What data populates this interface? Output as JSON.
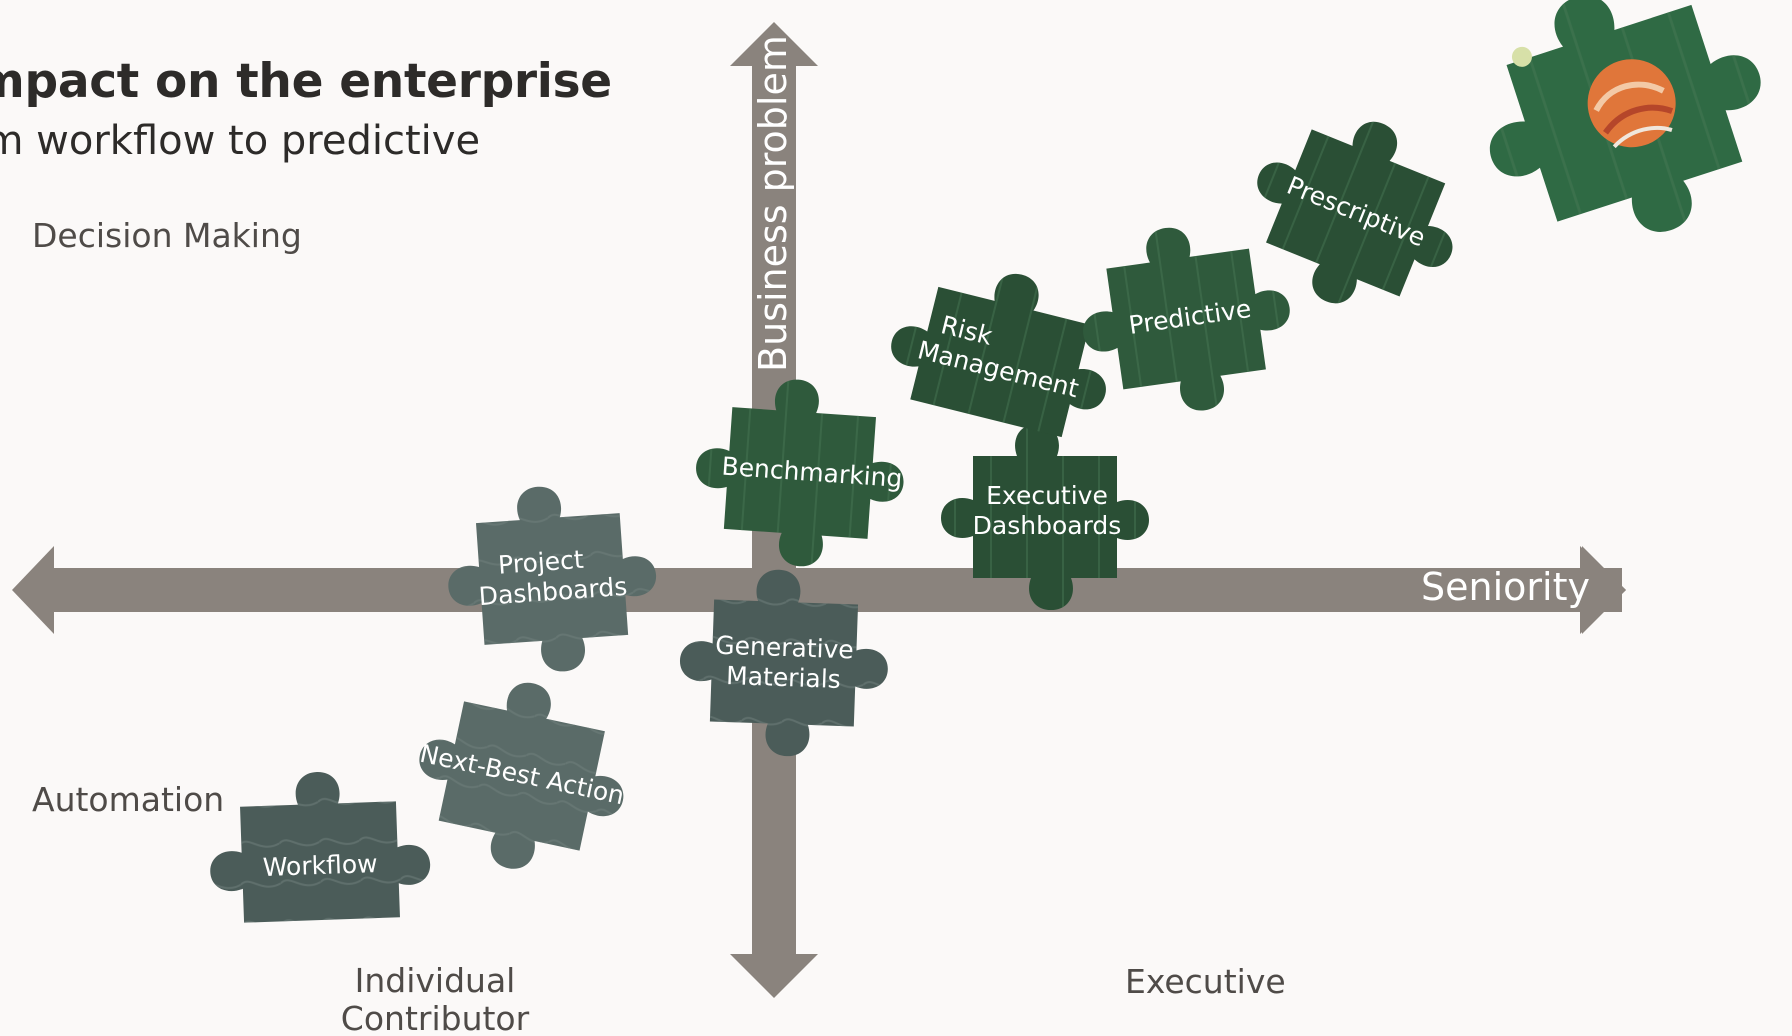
{
  "header": {
    "title": "impact on the enterprise",
    "subtitle": "om workflow to predictive"
  },
  "axes": {
    "y_label": "Business problem",
    "x_label": "Seniority",
    "top_label": "Decision Making",
    "bottom_label": "Automation",
    "left_label_line1": "Individual",
    "left_label_line2": "Contributor",
    "right_label": "Executive"
  },
  "pieces": {
    "workflow": {
      "lines": [
        "Workflow"
      ]
    },
    "next_best_action": {
      "lines": [
        "Next-Best Action"
      ]
    },
    "project_dashboards": {
      "lines": [
        "Project",
        "Dashboards"
      ]
    },
    "generative_materials": {
      "lines": [
        "Generative",
        "Materials"
      ]
    },
    "benchmarking": {
      "lines": [
        "Benchmarking"
      ]
    },
    "executive_dashboards": {
      "lines": [
        "Executive",
        "Dashboards"
      ]
    },
    "risk_management": {
      "lines": [
        "Risk",
        "Management"
      ]
    },
    "predictive": {
      "lines": [
        "Predictive"
      ]
    },
    "prescriptive": {
      "lines": [
        "Prescriptive"
      ]
    }
  },
  "colors": {
    "background": "#fbf9f8",
    "axis": "#8a837d",
    "grey_piece": "#4b5c59",
    "slate_piece": "#5a6b68",
    "green_piece": "#2f5a3c",
    "dark_green_piece": "#2a4f35",
    "accent_orange": "#e0763a"
  }
}
